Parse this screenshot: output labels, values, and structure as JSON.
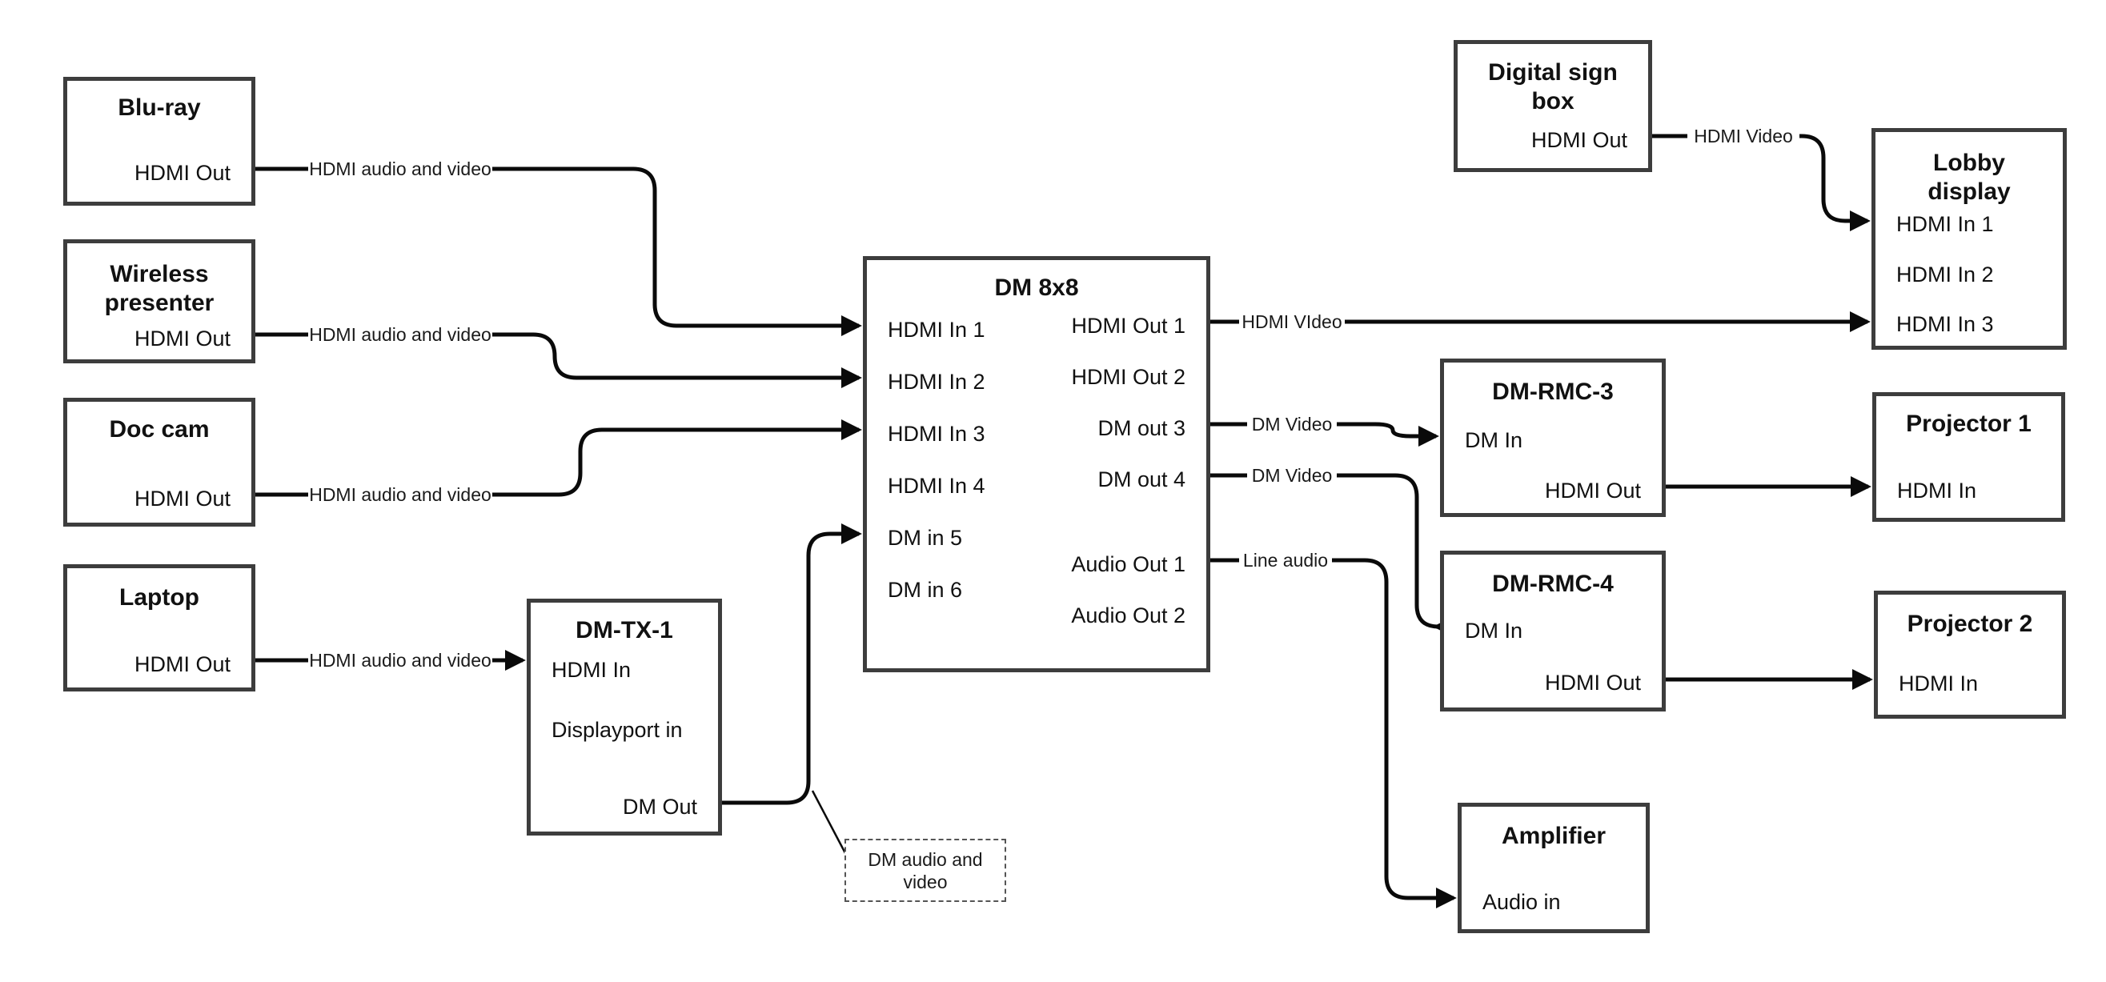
{
  "boxes": {
    "bluray": {
      "title": "Blu-ray",
      "ports": [
        "HDMI Out"
      ]
    },
    "wireless": {
      "title": "Wireless presenter",
      "ports": [
        "HDMI Out"
      ]
    },
    "doccam": {
      "title": "Doc cam",
      "ports": [
        "HDMI Out"
      ]
    },
    "laptop": {
      "title": "Laptop",
      "ports": [
        "HDMI Out"
      ]
    },
    "dmtx1": {
      "title": "DM-TX-1",
      "ports": [
        "HDMI In",
        "Displayport in",
        "DM Out"
      ]
    },
    "dm8x8": {
      "title": "DM 8x8",
      "ports_left": [
        "HDMI In 1",
        "HDMI In 2",
        "HDMI In 3",
        "HDMI In 4",
        "DM in 5",
        "DM in 6"
      ],
      "ports_right": [
        "HDMI Out 1",
        "HDMI Out 2",
        "DM out 3",
        "DM out 4",
        "Audio Out 1",
        "Audio Out 2"
      ]
    },
    "digisign": {
      "title": "Digital sign box",
      "ports": [
        "HDMI Out"
      ]
    },
    "lobby": {
      "title": "Lobby display",
      "ports": [
        "HDMI In 1",
        "HDMI In 2",
        "HDMI In 3"
      ]
    },
    "rmc3": {
      "title": "DM-RMC-3",
      "ports": [
        "DM In",
        "HDMI Out"
      ]
    },
    "proj1": {
      "title": "Projector 1",
      "ports": [
        "HDMI In"
      ]
    },
    "rmc4": {
      "title": "DM-RMC-4",
      "ports": [
        "DM In",
        "HDMI Out"
      ]
    },
    "proj2": {
      "title": "Projector 2",
      "ports": [
        "HDMI In"
      ]
    },
    "amp": {
      "title": "Amplifier",
      "ports": [
        "Audio in"
      ]
    }
  },
  "connection_labels": {
    "bluray_to_dm8x8": "HDMI audio and video",
    "wireless_to_dm8x8": "HDMI audio and video",
    "doccam_to_dm8x8": "HDMI audio and video",
    "laptop_to_dmtx1": "HDMI audio and video",
    "out1_to_lobby": "HDMI VIdeo",
    "out3_to_rmc3": "DM Video",
    "out4_to_rmc4": "DM Video",
    "audio1_to_amp": "Line audio",
    "digisign_to_lobby": "HDMI Video"
  },
  "callout": {
    "text": "DM audio and video"
  },
  "colors": {
    "wire": "#0a0a0a",
    "box_border": "#3d3d3d",
    "background": "#ffffff"
  }
}
